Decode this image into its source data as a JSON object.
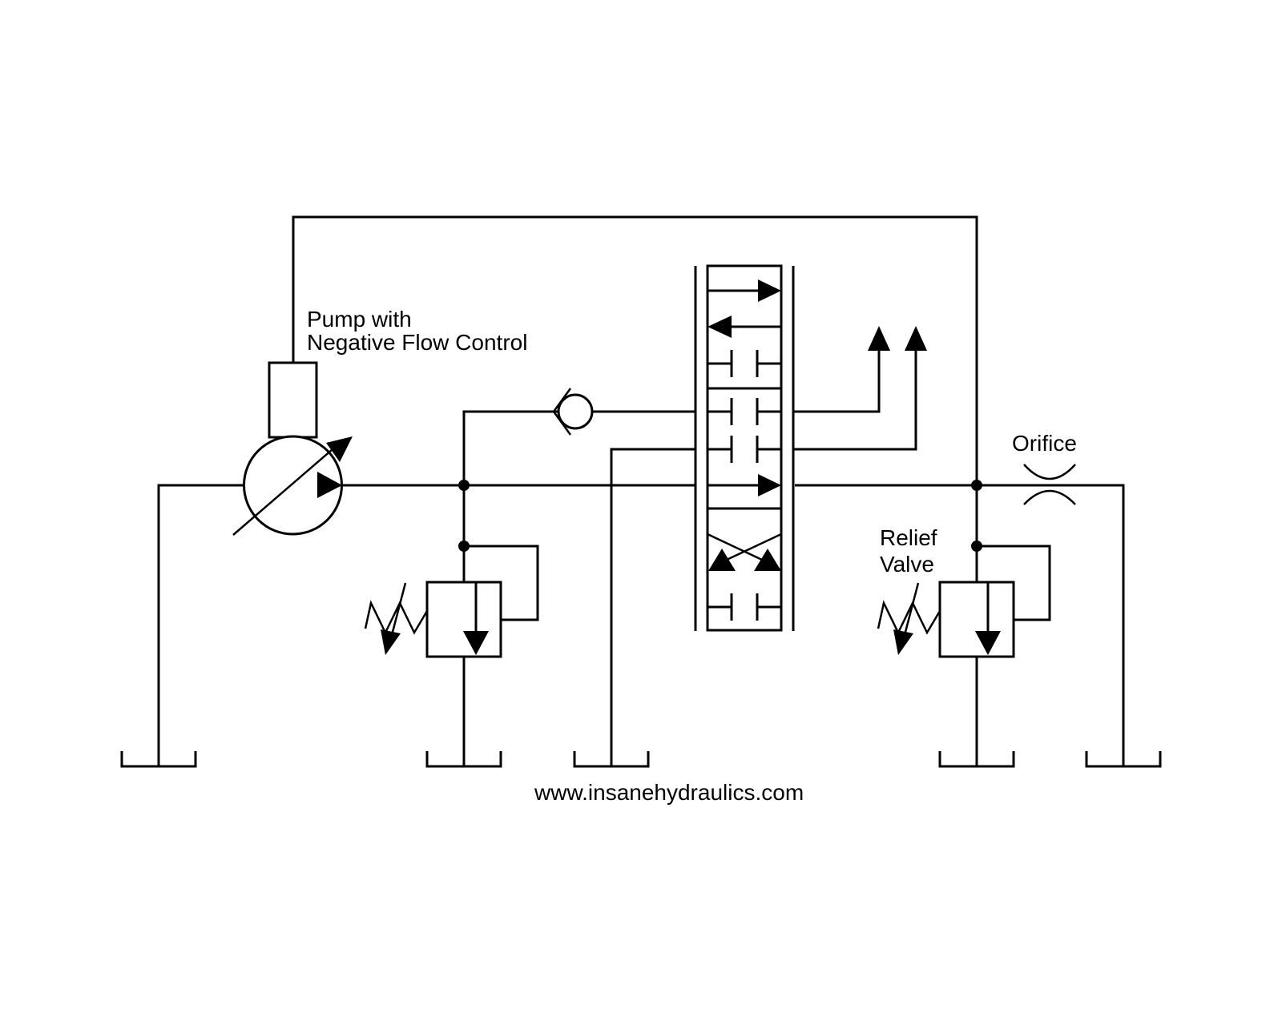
{
  "colors": {
    "background": "#ffffff",
    "ink": "#000000"
  },
  "labels": {
    "pump": {
      "line1": "Pump with",
      "line2": "Negative Flow Control"
    },
    "orifice": "Orifice",
    "relief_valve": {
      "line1": "Relief",
      "line2": "Valve"
    },
    "watermark": "www.insanehydraulics.com"
  },
  "components": [
    {
      "name": "variable-displacement-pump-symbol"
    },
    {
      "name": "negative-flow-control-actuator-symbol"
    },
    {
      "name": "check-valve-symbol"
    },
    {
      "name": "directional-control-valve-3-position-symbol"
    },
    {
      "name": "work-port-arrow-symbol",
      "count": 2
    },
    {
      "name": "pilot-operated-relief-valve-symbol",
      "count": 2
    },
    {
      "name": "orifice-symbol"
    },
    {
      "name": "tank-symbol",
      "count": 5
    },
    {
      "name": "junction-dot",
      "count": 4
    }
  ]
}
